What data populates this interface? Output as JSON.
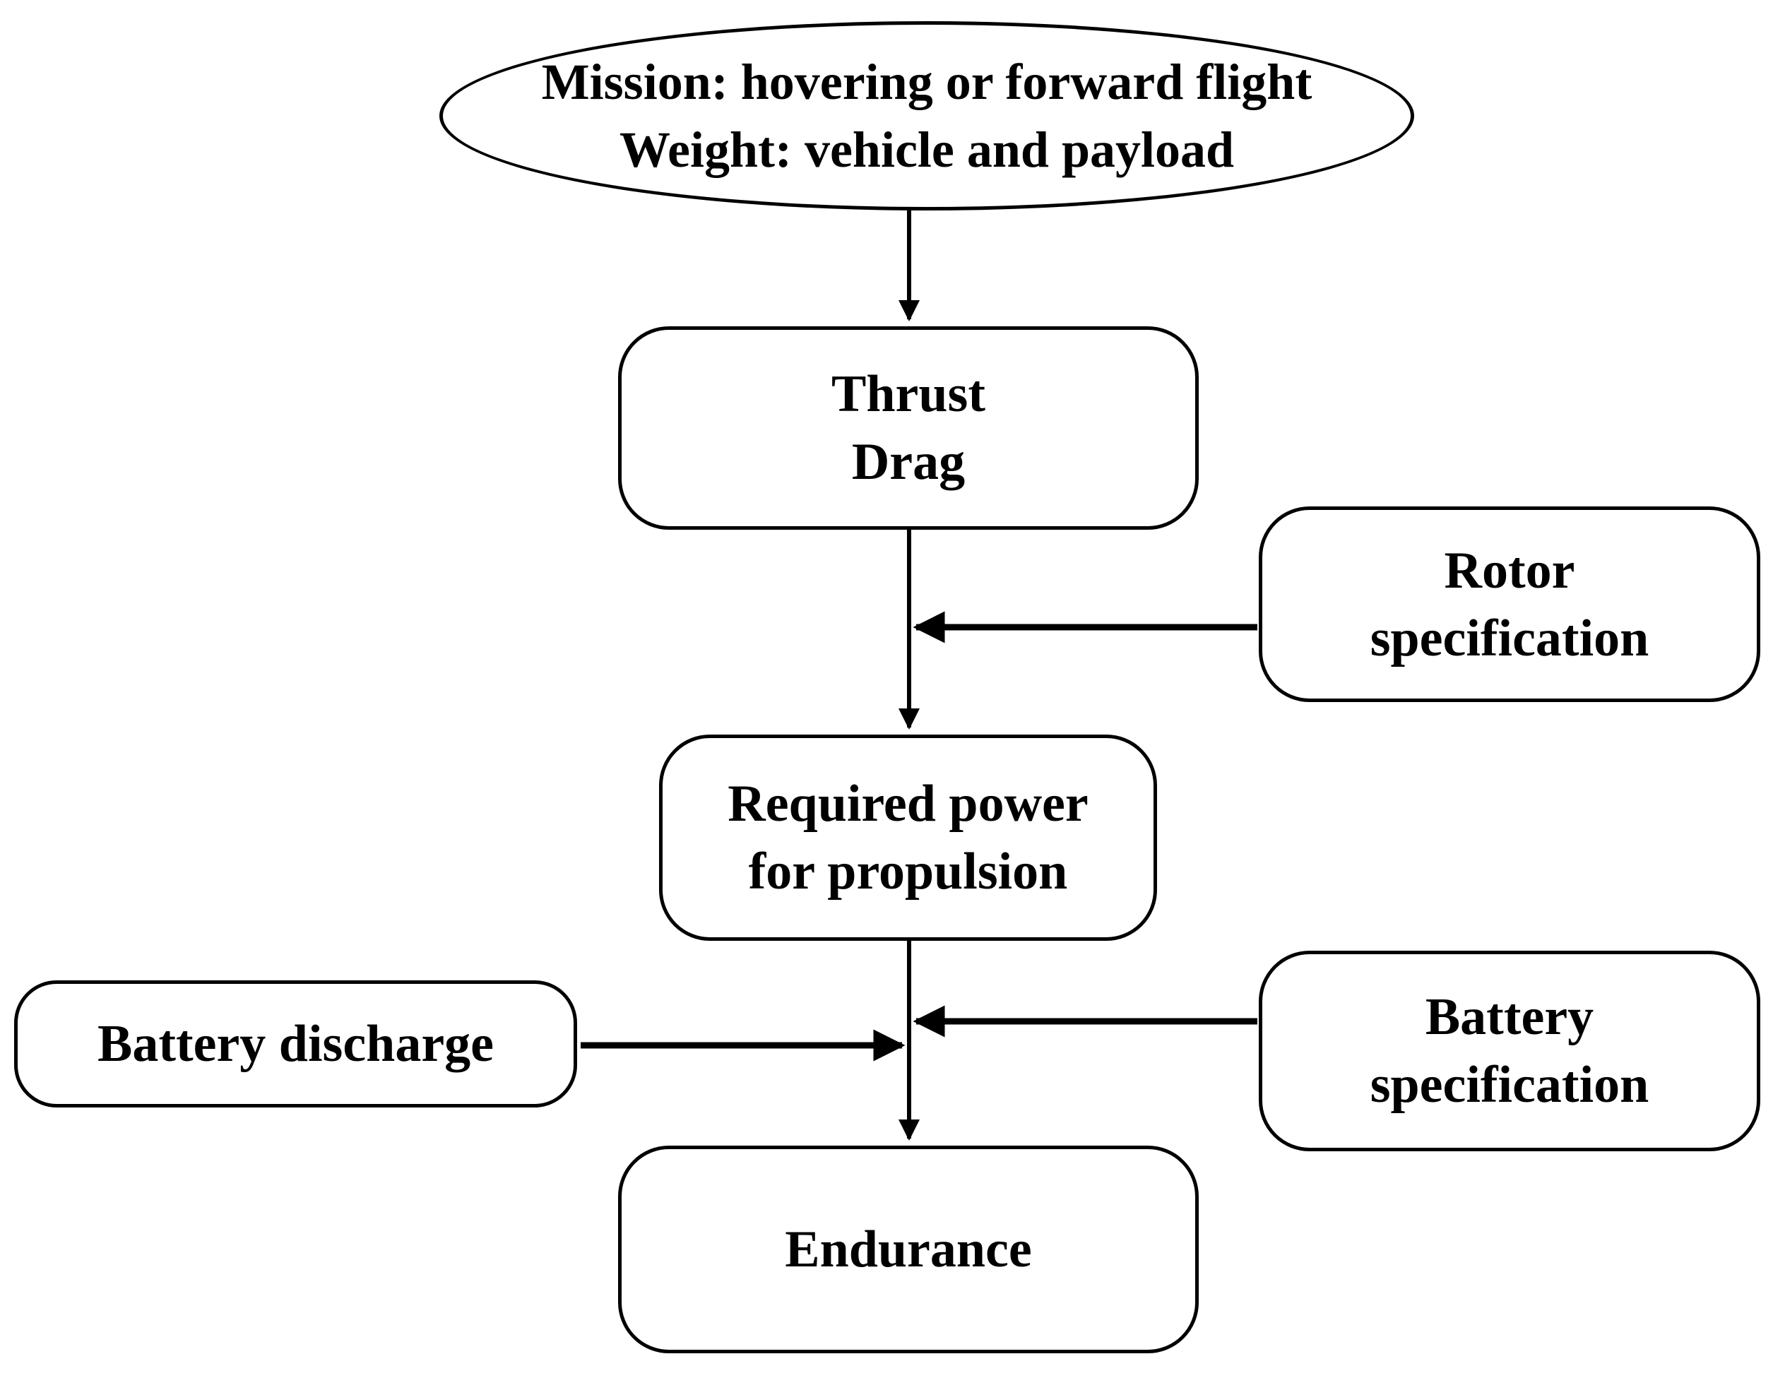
{
  "nodes": {
    "mission": {
      "line1": "Mission: hovering or forward flight",
      "line2": "Weight: vehicle and payload"
    },
    "thrust_drag": {
      "line1": "Thrust",
      "line2": "Drag"
    },
    "rotor_spec": {
      "line1": "Rotor",
      "line2": "specification"
    },
    "required_power": {
      "line1": "Required power",
      "line2": "for propulsion"
    },
    "battery_discharge": {
      "line1": "Battery discharge"
    },
    "battery_spec": {
      "line1": "Battery",
      "line2": "specification"
    },
    "endurance": {
      "line1": "Endurance"
    }
  },
  "colors": {
    "stroke": "#000000",
    "background": "#ffffff"
  }
}
